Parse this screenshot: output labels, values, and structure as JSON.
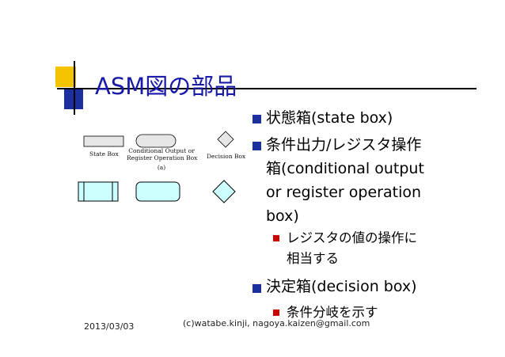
{
  "slide": {
    "title": "ASM図の部品"
  },
  "figure": {
    "top_labels": {
      "state_box": "State Box",
      "conditional_line1": "Conditional Output or",
      "conditional_line2": "Register Operation Box",
      "decision_box": "Decision Box",
      "caption": "(a)"
    },
    "colors": {
      "top_fill": "#e6e6e6",
      "bottom_fill": "#ccffff",
      "stroke": "#000000"
    }
  },
  "bullets": [
    {
      "lines": [
        "状態箱(state box)"
      ],
      "subs": []
    },
    {
      "lines": [
        "条件出力/レジスタ操作",
        "箱(conditional output",
        "or register operation",
        "box)"
      ],
      "subs": [
        {
          "lines": [
            "レジスタの値の操作に",
            "相当する"
          ]
        }
      ]
    },
    {
      "lines": [
        "決定箱(decision box)"
      ],
      "subs": [
        {
          "lines": [
            "条件分岐を示す"
          ]
        }
      ]
    }
  ],
  "footer": {
    "date": "2013/03/03",
    "copyright": "(c)watabe.kinji, nagoya.kaizen@gmail.com"
  },
  "decoration_colors": {
    "yellow": "#f5c400",
    "blue": "#1c2f9e",
    "red": "#cc0000"
  }
}
